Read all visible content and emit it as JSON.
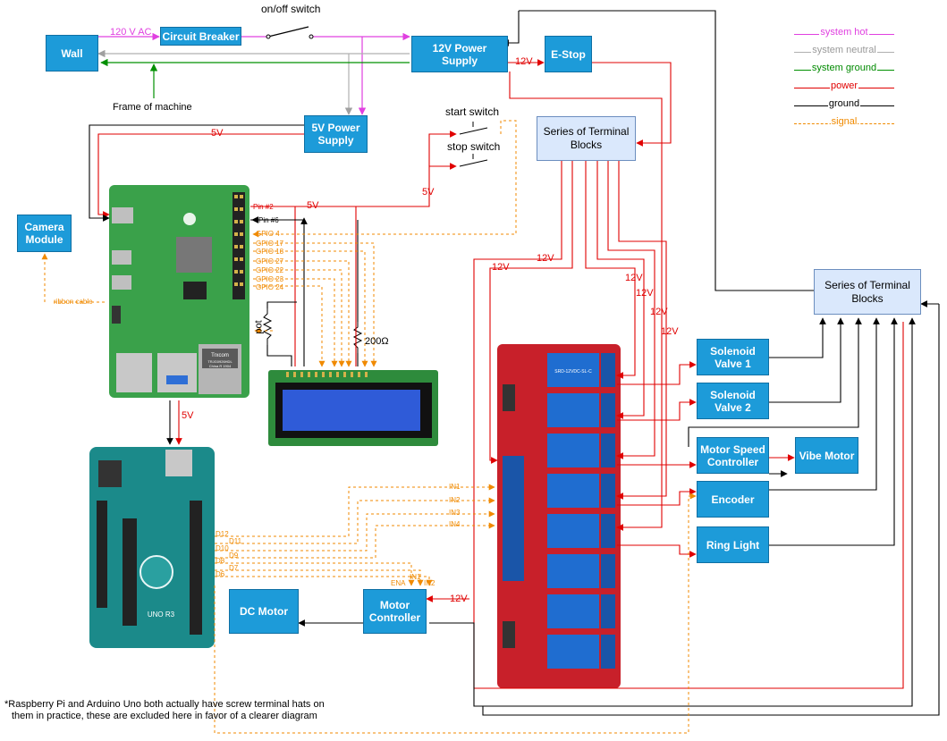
{
  "blocks": {
    "wall": "Wall",
    "circuit_breaker": "Circuit Breaker",
    "psu12_l1": "12V Power",
    "psu12_l2": "Supply",
    "estop": "E-Stop",
    "psu5_l1": "5V Power",
    "psu5_l2": "Supply",
    "camera_l1": "Camera",
    "camera_l2": "Module",
    "terminal_top_l1": "Series of Terminal",
    "terminal_top_l2": "Blocks",
    "terminal_right_l1": "Series of Terminal",
    "terminal_right_l2": "Blocks",
    "solenoid1_l1": "Solenoid",
    "solenoid1_l2": "Valve 1",
    "solenoid2_l1": "Solenoid",
    "solenoid2_l2": "Valve 2",
    "msc_l1": "Motor Speed",
    "msc_l2": "Controller",
    "vibe": "Vibe Motor",
    "encoder": "Encoder",
    "ring_light": "Ring Light",
    "dc_motor": "DC Motor",
    "motor_ctrl_l1": "Motor",
    "motor_ctrl_l2": "Controller"
  },
  "labels": {
    "ac": "120 V AC",
    "onoff": "on/off switch",
    "frame": "Frame of machine",
    "start": "start switch",
    "stop": "stop switch",
    "v12_estop": "12V",
    "v5_pi": "5V",
    "v5_switch": "5V",
    "v5_top": "5V",
    "v5_arduino": "5V",
    "v12_a": "12V",
    "v12_b": "12V",
    "v12_c": "12V",
    "v12_d": "12V",
    "v12_e": "12V",
    "v12_f": "12V",
    "v12_mc": "12V",
    "pot": "pot",
    "resistor": "200Ω",
    "ribbon": "ribbon cable",
    "in1": "IN1",
    "in2": "IN2",
    "in3": "IN3",
    "in4": "IN4",
    "ena": "ENA",
    "mc_in1": "IN1",
    "mc_in2": "IN2",
    "pins": [
      "Pin #2",
      "Pin #6",
      "GPIO 4",
      "GPIO 17",
      "GPIO 18",
      "GPIO 27",
      "GPIO 22",
      "GPIO 23",
      "GPIO 24"
    ],
    "dpins": [
      "D12",
      "D11",
      "D10",
      "D9",
      "D8",
      "D7",
      "D6"
    ]
  },
  "legend": [
    {
      "label": "system hot",
      "color": "#e040e0",
      "dashed": false
    },
    {
      "label": "system neutral",
      "color": "#b0b0b0",
      "dashed": false
    },
    {
      "label": "system ground",
      "color": "#009000",
      "dashed": false
    },
    {
      "label": "power",
      "color": "#e00000",
      "dashed": false
    },
    {
      "label": "ground",
      "color": "#000000",
      "dashed": false
    },
    {
      "label": "signal",
      "color": "#f08a00",
      "dashed": true
    }
  ],
  "pictures": {
    "pi_chips": [
      "Trxcom",
      "TRJG0926HDL",
      "China R 1904"
    ],
    "arduino_text": "UNO R3",
    "relay_text": "SRD-12VDC-SL-C"
  },
  "note": {
    "line1": "*Raspberry Pi and Arduino Uno both actually have screw terminal hats on",
    "line2": "them in practice, these are excluded here in favor of a clearer diagram"
  },
  "colors": {
    "box": "#1d9bd9",
    "hot": "#e040e0",
    "neutral": "#b0b0b0",
    "sysground": "#009000",
    "power": "#e00000",
    "ground": "#000000",
    "signal": "#f08a00",
    "pi_board": "#3aa14a",
    "arduino_board": "#1b8a8a",
    "relay_board": "#c8202a",
    "lcd": "#2f5bd8"
  }
}
